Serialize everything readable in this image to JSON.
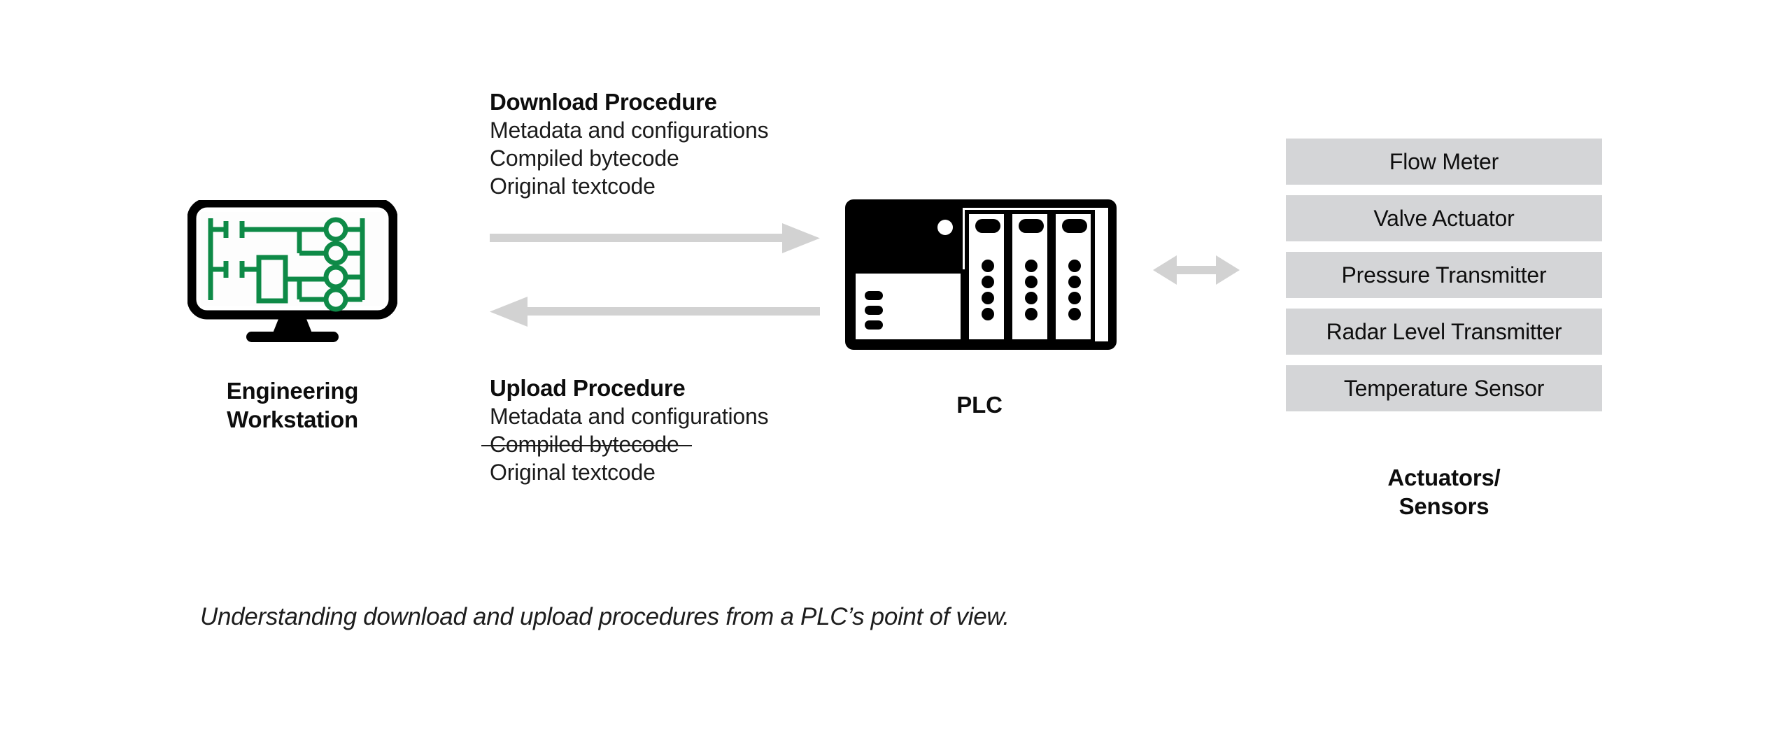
{
  "colors": {
    "ladder_green": "#0e8a47",
    "device_box_fill": "#d4d5d7",
    "arrow_gray": "#d2d2d2",
    "ink": "#0d0d0d"
  },
  "workstation": {
    "icon": "monitor-ladder-logic-icon",
    "label_line1": "Engineering",
    "label_line2": "Workstation"
  },
  "download": {
    "title": "Download Procedure",
    "lines": [
      "Metadata and configurations",
      "Compiled bytecode",
      "Original textcode"
    ],
    "arrow": "arrow-right",
    "arrow_direction": "workstation-to-plc"
  },
  "upload": {
    "title": "Upload Procedure",
    "lines": [
      "Metadata and configurations",
      "Compiled bytecode",
      "Original textcode"
    ],
    "struck_line_index": 1,
    "arrow": "arrow-left",
    "arrow_direction": "plc-to-workstation"
  },
  "plc": {
    "icon": "plc-rack-icon",
    "label": "PLC",
    "modules": {
      "cpu": {
        "led_count": 1,
        "terminal_count": 3
      },
      "io_modules": 3,
      "io_dots_per_module": 4
    }
  },
  "io_link": {
    "arrow": "arrow-left-right",
    "label": ""
  },
  "devices": {
    "items": [
      {
        "label": "Flow Meter"
      },
      {
        "label": "Valve Actuator"
      },
      {
        "label": "Pressure Transmitter"
      },
      {
        "label": "Radar Level Transmitter"
      },
      {
        "label": "Temperature Sensor"
      }
    ],
    "group_label_line1": "Actuators/",
    "group_label_line2": "Sensors"
  },
  "caption": "Understanding download and upload procedures from a PLC’s point of view."
}
